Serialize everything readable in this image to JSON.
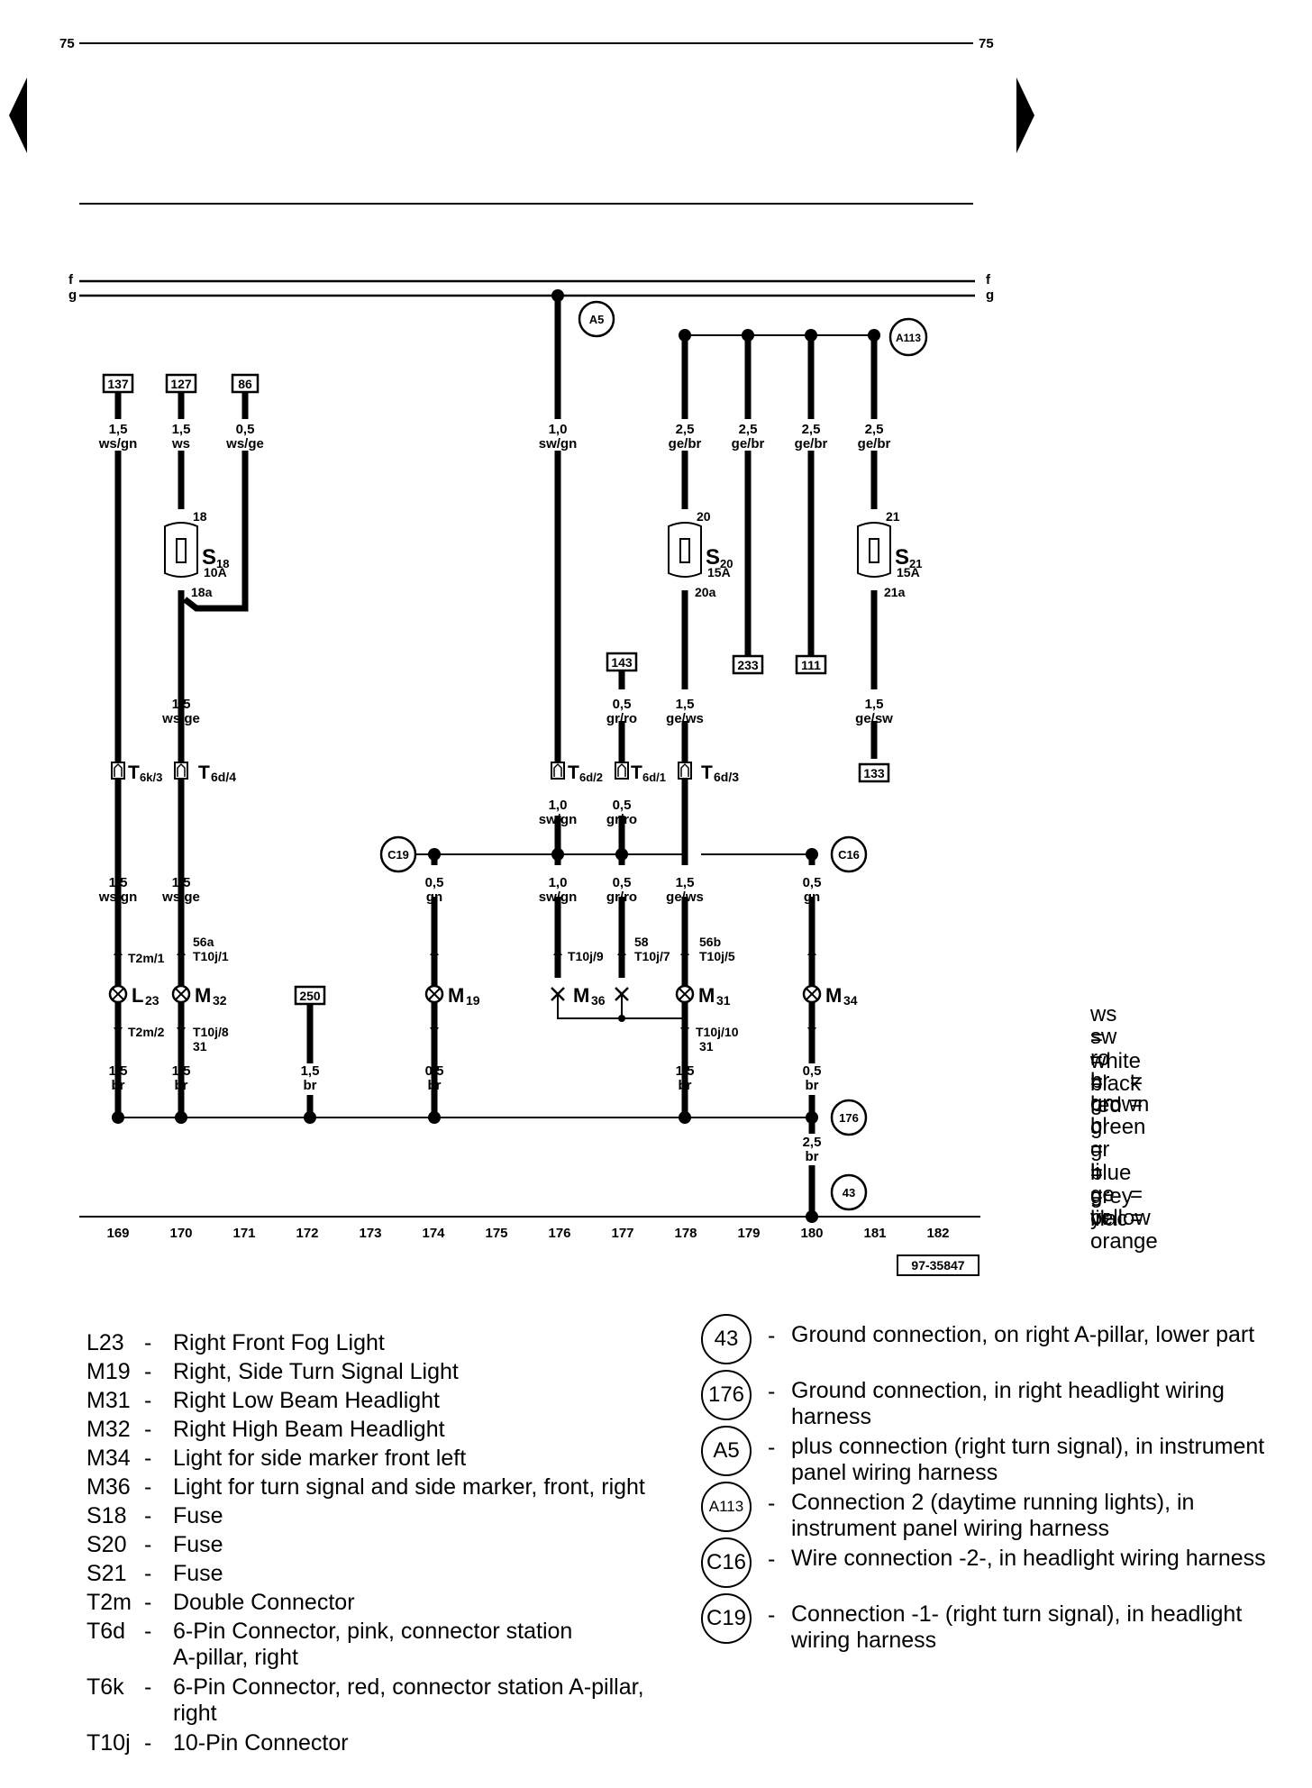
{
  "page": {
    "number_left": "75",
    "number_right": "75",
    "figure_id": "97-35847",
    "bus_left": [
      "f",
      "g"
    ],
    "bus_right": [
      "f",
      "g"
    ]
  },
  "columns": [
    "169",
    "170",
    "171",
    "172",
    "173",
    "174",
    "175",
    "176",
    "177",
    "178",
    "179",
    "180",
    "181",
    "182"
  ],
  "circle_refs": {
    "a5": "A5",
    "a113": "A113",
    "c19": "C19",
    "c16": "C16",
    "g176": "176",
    "g43": "43"
  },
  "boxes": {
    "b137": "137",
    "b127": "127",
    "b86": "86",
    "b143": "143",
    "b233": "233",
    "b111": "111",
    "b133": "133",
    "b250": "250"
  },
  "wires": {
    "w137": [
      "1,5",
      "ws/gn"
    ],
    "w127": [
      "1,5",
      "ws"
    ],
    "w86": [
      "0,5",
      "ws/ge"
    ],
    "wA5": [
      "1,0",
      "sw/gn"
    ],
    "wA113a": [
      "2,5",
      "ge/br"
    ],
    "wA113b": [
      "2,5",
      "ge/br"
    ],
    "wA113c": [
      "2,5",
      "ge/br"
    ],
    "wA113d": [
      "2,5",
      "ge/br"
    ],
    "wS18": [
      "1,5",
      "ws/ge"
    ],
    "w143": [
      "0,5",
      "gr/ro"
    ],
    "wS20": [
      "1,5",
      "ge/ws"
    ],
    "wS21": [
      "1,5",
      "ge/sw"
    ],
    "wT6d2": [
      "1,0",
      "sw/gn"
    ],
    "wT6d1": [
      "0,5",
      "gr/ro"
    ],
    "l1": [
      "1,5",
      "ws/gn"
    ],
    "l2": [
      "1,5",
      "ws/ge"
    ],
    "l3": [
      "0,5",
      "gn"
    ],
    "l4": [
      "1,0",
      "sw/gn"
    ],
    "l5": [
      "0,5",
      "gr/ro"
    ],
    "l6": [
      "1,5",
      "ge/ws"
    ],
    "l7": [
      "0,5",
      "gn"
    ],
    "g1": [
      "1,5",
      "br"
    ],
    "g2": [
      "1,5",
      "br"
    ],
    "g3": [
      "1,5",
      "br"
    ],
    "g4": [
      "0,5",
      "br"
    ],
    "g5": [
      "1,5",
      "br"
    ],
    "g6": [
      "0,5",
      "br"
    ],
    "g7": [
      "2,5",
      "br"
    ]
  },
  "fuses": {
    "s18": {
      "name": "S",
      "sub": "18",
      "rating": "10A",
      "pin_in": "18",
      "pin_out": "18a"
    },
    "s20": {
      "name": "S",
      "sub": "20",
      "rating": "15A",
      "pin_in": "20",
      "pin_out": "20a"
    },
    "s21": {
      "name": "S",
      "sub": "21",
      "rating": "15A",
      "pin_in": "21",
      "pin_out": "21a"
    }
  },
  "connectors": {
    "t6k3": {
      "name": "T",
      "sub": "6k/3"
    },
    "t6d4": {
      "name": "T",
      "sub": "6d/4"
    },
    "t6d2": {
      "name": "T",
      "sub": "6d/2"
    },
    "t6d1": {
      "name": "T",
      "sub": "6d/1"
    },
    "t6d3": {
      "name": "T",
      "sub": "6d/3"
    }
  },
  "pins": {
    "t2m1": "T2m/1",
    "t2m2": "T2m/2",
    "m32_top": [
      "56a",
      "T10j/1"
    ],
    "m32_bot": [
      "T10j/8",
      "31"
    ],
    "m36_left": "T10j/9",
    "m36_right": [
      "58",
      "T10j/7"
    ],
    "m31_top": [
      "56b",
      "T10j/5"
    ],
    "m31_bot": [
      "T10j/10",
      "31"
    ]
  },
  "lamps": {
    "l23": {
      "name": "L",
      "sub": "23"
    },
    "m32": {
      "name": "M",
      "sub": "32"
    },
    "m19": {
      "name": "M",
      "sub": "19"
    },
    "m36": {
      "name": "M",
      "sub": "36"
    },
    "m31": {
      "name": "M",
      "sub": "31"
    },
    "m34": {
      "name": "M",
      "sub": "34"
    }
  },
  "color_key": [
    [
      "ws",
      "= white"
    ],
    [
      "sw",
      "= black"
    ],
    [
      "ro",
      "= red"
    ],
    [
      "br",
      "= brown"
    ],
    [
      "gn",
      "= green"
    ],
    [
      "bl",
      "= blue"
    ],
    [
      "gr",
      "= grey"
    ],
    [
      "li",
      "= lilac"
    ],
    [
      "ge",
      "= yellow"
    ],
    [
      "or",
      "= orange"
    ]
  ],
  "legend_left": [
    {
      "code": "L23",
      "desc": "Right Front Fog Light"
    },
    {
      "code": "M19",
      "desc": "Right, Side Turn Signal Light"
    },
    {
      "code": "M31",
      "desc": "Right Low Beam Headlight"
    },
    {
      "code": "M32",
      "desc": "Right High Beam Headlight"
    },
    {
      "code": "M34",
      "desc": "Light for side marker front left"
    },
    {
      "code": "M36",
      "desc": "Light for turn signal and side marker, front, right"
    },
    {
      "code": "S18",
      "desc": "Fuse"
    },
    {
      "code": "S20",
      "desc": "Fuse"
    },
    {
      "code": "S21",
      "desc": "Fuse"
    },
    {
      "code": "T2m",
      "desc": "Double Connector"
    },
    {
      "code": "T6d",
      "desc": "6-Pin Connector, pink, connector station A-pillar, right"
    },
    {
      "code": "T6k",
      "desc": "6-Pin Connector, red, connector station A-pillar, right"
    },
    {
      "code": "T10j",
      "desc": "10-Pin Connector"
    }
  ],
  "legend_right": [
    {
      "code": "43",
      "desc": "Ground connection, on right A-pillar, lower part"
    },
    {
      "code": "176",
      "desc": "Ground connection, in right headlight wiring harness"
    },
    {
      "code": "A5",
      "desc": "plus connection (right turn signal), in instrument panel wiring harness"
    },
    {
      "code": "A113",
      "desc": "Connection 2 (daytime running lights), in instrument panel wiring harness"
    },
    {
      "code": "C16",
      "desc": "Wire connection -2-, in headlight wiring harness"
    },
    {
      "code": "C19",
      "desc": "Connection -1- (right turn signal), in headlight wiring harness"
    }
  ]
}
